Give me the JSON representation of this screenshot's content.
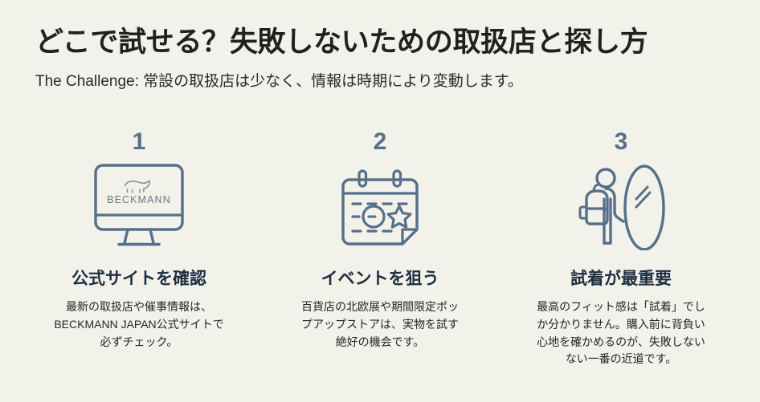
{
  "theme": {
    "background": "#f2f1ea",
    "title_color": "#22211e",
    "heading_color": "#1e2f40",
    "body_color": "#26251f",
    "accent_slate": "#56708a"
  },
  "header": {
    "title": "どこで試せる？失敗しないための取扱店と探し方",
    "subtitle": "The Challenge: 常設の取扱店は少なく、情報は時期により変動します。"
  },
  "columns": [
    {
      "number": "1",
      "icon": "desktop-monitor-icon",
      "screen_brand": "BECKMANN",
      "screen_logo": "bear-logo",
      "heading": "公式サイトを確認",
      "body_lines": [
        "最新の取扱店や催事情報は、",
        "BECKMANN JAPAN公式サイトで",
        "必ずチェック。"
      ]
    },
    {
      "number": "2",
      "icon": "calendar-event-icon",
      "heading": "イベントを狙う",
      "body_lines": [
        "百貨店の北欧展や期間限定ポッ",
        "プアップストアは、実物を試す",
        "絶好の機会です。"
      ]
    },
    {
      "number": "3",
      "icon": "person-backpack-mirror-icon",
      "heading": "試着が最重要",
      "body_lines": [
        "最高のフィット感は「試着」でし",
        "か分かりません。購入前に背負い",
        "心地を確かめるのが、失敗しない",
        "ない一番の近道です。"
      ]
    }
  ]
}
